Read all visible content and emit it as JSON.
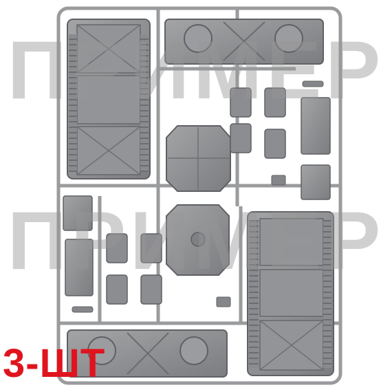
{
  "watermark": {
    "text": "ПРИМЕР",
    "color": "#969696"
  },
  "badge": {
    "text": "3-ШТ",
    "color": "#e0141e"
  },
  "colors": {
    "plastic": "#8e8f91",
    "plastic_dark": "#6f7073",
    "plastic_light": "#b3b4b6",
    "background": "#ffffff"
  },
  "parts": {
    "containers_large": 2,
    "wall_panels": 2,
    "barrels": 10,
    "hatch_panels": 2,
    "small_plates": 4
  }
}
